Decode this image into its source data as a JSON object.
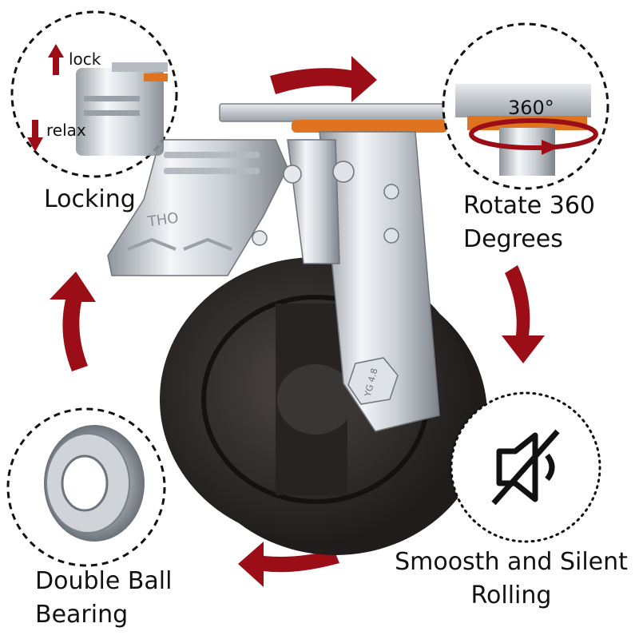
{
  "labels": {
    "lock": "lock",
    "relax": "relax",
    "locking": "Locking",
    "angle": "360°",
    "rotate_line1": "Rotate 360",
    "rotate_line2": "Degrees",
    "silent_line1": "Smoosth and Silent",
    "silent_line2": "Rolling",
    "bearing_line1": "Double Ball",
    "bearing_line2": "Bearing"
  },
  "imprints": {
    "lever_text": "THO",
    "bolt_text": "YG 4.8"
  },
  "colors": {
    "arrow_red": "#9b0d17",
    "wheel_dark": "#2b2826",
    "steel": "#cfd3d8",
    "bearing_orange": "#e0731f"
  },
  "icons": [
    "lock-arrow-icon",
    "relax-arrow-icon",
    "mute-speaker-icon",
    "cycle-arrow-icon"
  ]
}
